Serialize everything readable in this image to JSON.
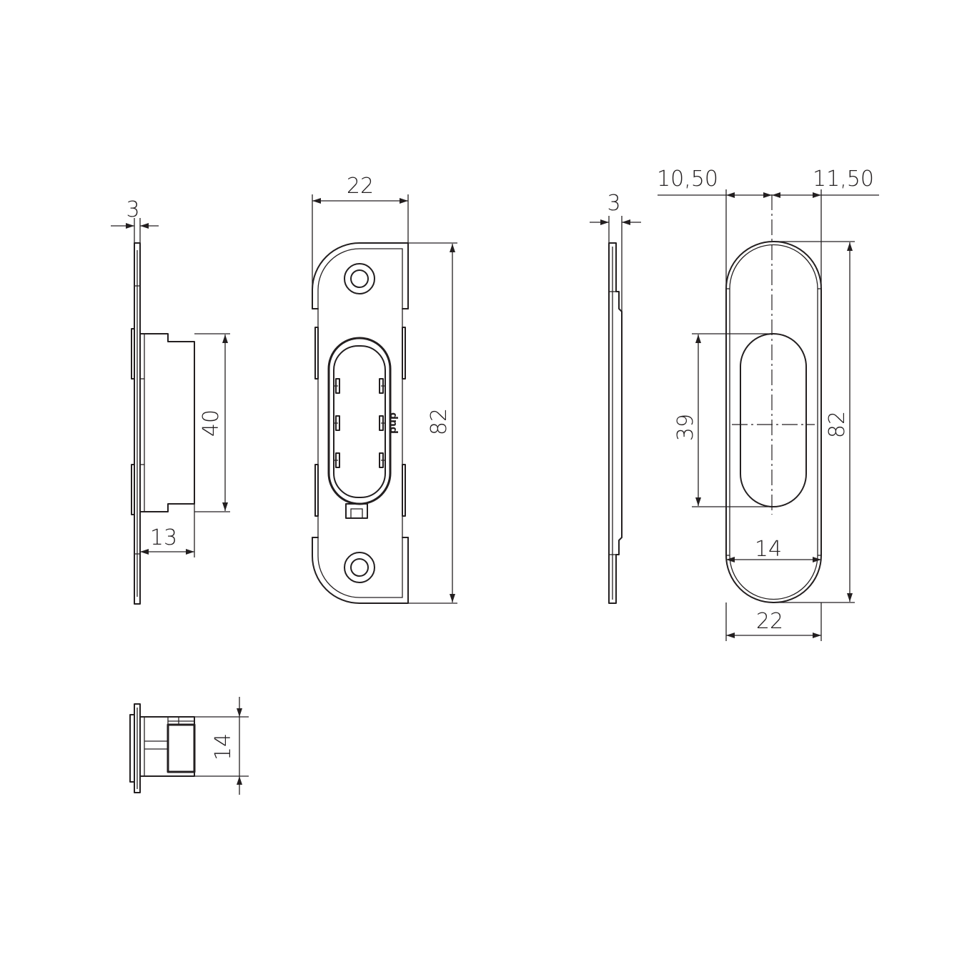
{
  "views": {
    "side_lock": {
      "thickness": "3",
      "body_height": "40",
      "body_depth": "13"
    },
    "front_lock": {
      "width": "22",
      "height": "82",
      "brand": "dnd"
    },
    "side_handle": {
      "thickness": "3"
    },
    "front_handle": {
      "offset_left": "10,50",
      "offset_right": "11,50",
      "recess_height": "39",
      "height": "82",
      "recess_width": "14",
      "width": "22"
    },
    "top_lock": {
      "height": "14"
    }
  },
  "colors": {
    "line": "#231f20",
    "background": "#ffffff"
  }
}
